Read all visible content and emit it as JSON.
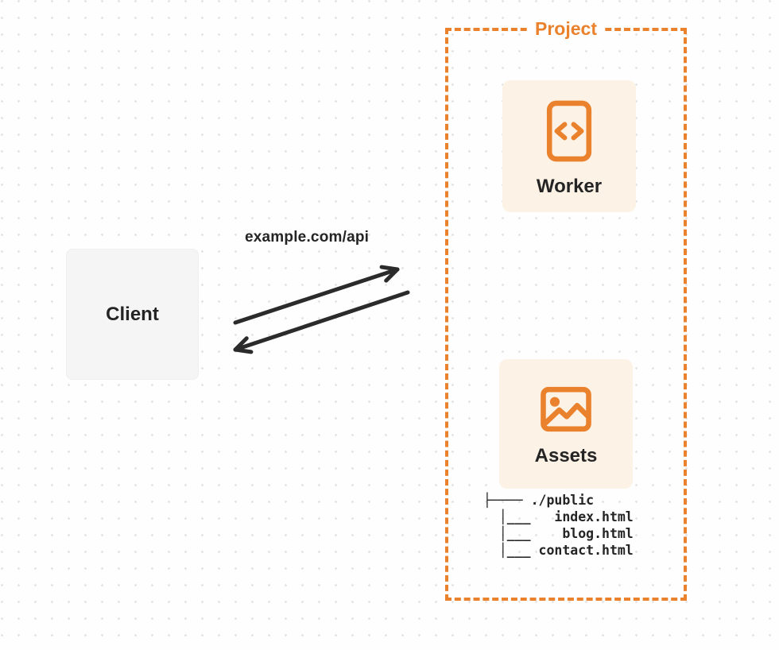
{
  "diagram": {
    "client": {
      "label": "Client"
    },
    "request_label": "example.com/api",
    "project": {
      "label": "Project",
      "worker": {
        "label": "Worker",
        "icon": "code-icon"
      },
      "assets": {
        "label": "Assets",
        "icon": "image-icon"
      },
      "file_tree": {
        "root": "./public",
        "files": [
          "index.html",
          "blog.html",
          "contact.html"
        ],
        "lines": [
          "├──── ./public",
          "  │___   index.html",
          "  │___    blog.html",
          "  │___ contact.html"
        ]
      }
    },
    "colors": {
      "accent": "#EA812C",
      "node_fill": "#FCF2E5",
      "client_fill": "#F5F5F6",
      "text": "#242424",
      "arrow": "#2B2B2B",
      "grid_dot": "#E3E3E6",
      "background": "#FEFEFE"
    }
  }
}
